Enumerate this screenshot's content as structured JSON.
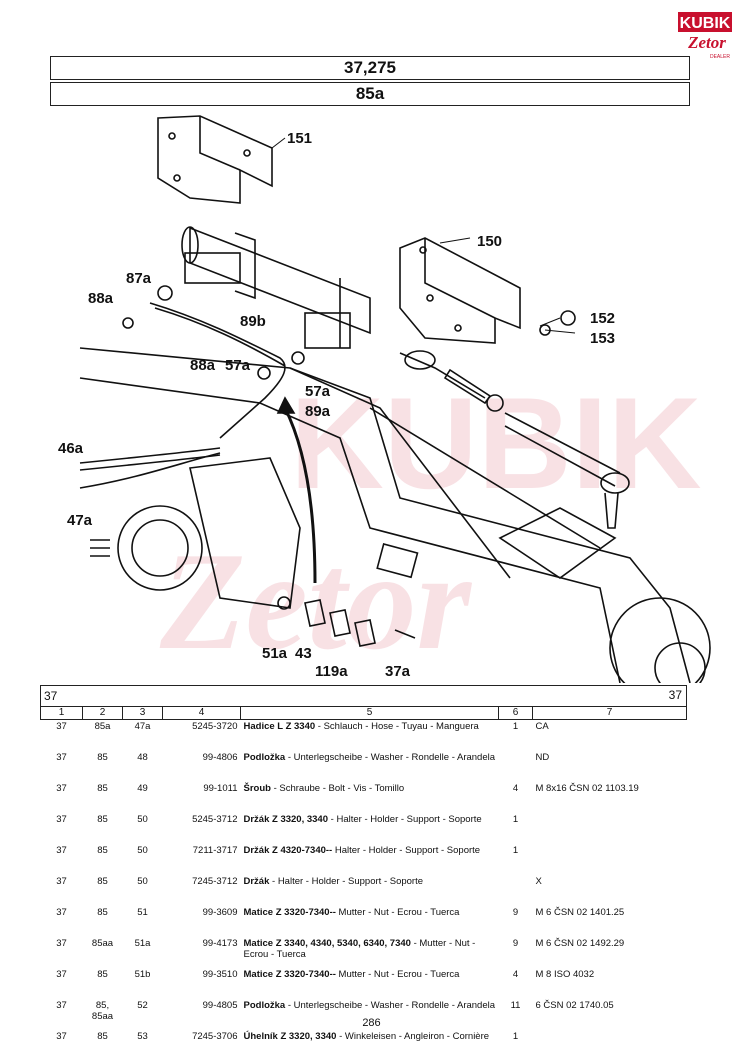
{
  "logo": {
    "brand": "KUBIK",
    "sub": "Zetor",
    "tag": "DEALER",
    "accent": "#c8102e"
  },
  "header": {
    "group": "37,275",
    "figure": "85a"
  },
  "callouts": [
    "151",
    "150",
    "87a",
    "88a",
    "89b",
    "152",
    "153",
    "88a",
    "57a",
    "57a",
    "89a",
    "46a",
    "47a",
    "51a",
    "43",
    "119a",
    "37a"
  ],
  "table": {
    "group_left": "37",
    "group_right": "37",
    "columns": [
      "1",
      "2",
      "3",
      "4",
      "5",
      "6",
      "7"
    ],
    "rows": [
      {
        "c1": "37",
        "c2": "85a",
        "c3": "47a",
        "c4": "5245-3720",
        "bold": "Hadice L Z 3340",
        "rest": " - Schlauch - Hose - Tuyau - Manguera",
        "c6": "1",
        "c7": "CA"
      },
      {
        "c1": "37",
        "c2": "85",
        "c3": "48",
        "c4": "99-4806",
        "bold": "Podložka",
        "rest": " - Unterlegscheibe - Washer - Rondelle - Arandela",
        "c6": "",
        "c7": "ND"
      },
      {
        "c1": "37",
        "c2": "85",
        "c3": "49",
        "c4": "99-1011",
        "bold": "Šroub",
        "rest": " - Schraube - Bolt - Vis - Tomillo",
        "c6": "4",
        "c7": "M 8x16 ČSN 02 1103.19"
      },
      {
        "c1": "37",
        "c2": "85",
        "c3": "50",
        "c4": "5245-3712",
        "bold": "Držák Z 3320, 3340",
        "rest": " - Halter - Holder - Support - Soporte",
        "c6": "1",
        "c7": ""
      },
      {
        "c1": "37",
        "c2": "85",
        "c3": "50",
        "c4": "7211-3717",
        "bold": "Držák Z 4320-7340--",
        "rest": " Halter - Holder - Support - Soporte",
        "c6": "1",
        "c7": ""
      },
      {
        "c1": "37",
        "c2": "85",
        "c3": "50",
        "c4": "7245-3712",
        "bold": "Držák",
        "rest": " - Halter - Holder - Support - Soporte",
        "c6": "",
        "c7": "X"
      },
      {
        "c1": "37",
        "c2": "85",
        "c3": "51",
        "c4": "99-3609",
        "bold": "Matice Z 3320-7340--",
        "rest": " Mutter - Nut - Ecrou - Tuerca",
        "c6": "9",
        "c7": "M 6 ČSN 02 1401.25"
      },
      {
        "c1": "37",
        "c2": "85aa",
        "c3": "51a",
        "c4": "99-4173",
        "bold": "Matice Z 3340, 4340, 5340, 6340, 7340",
        "rest": " - Mutter - Nut - Ecrou - Tuerca",
        "c6": "9",
        "c7": "M 6 ČSN 02 1492.29"
      },
      {
        "c1": "37",
        "c2": "85",
        "c3": "51b",
        "c4": "99-3510",
        "bold": "Matice Z 3320-7340--",
        "rest": " Mutter - Nut - Ecrou - Tuerca",
        "c6": "4",
        "c7": "M 8 ISO 4032"
      },
      {
        "c1": "37",
        "c2": "85, 85aa",
        "c3": "52",
        "c4": "99-4805",
        "bold": "Podložka",
        "rest": " - Unterlegscheibe - Washer - Rondelle - Arandela",
        "c6": "11",
        "c7": "6 ČSN 02 1740.05"
      },
      {
        "c1": "37",
        "c2": "85",
        "c3": "53",
        "c4": "7245-3706",
        "bold": "Úhelník Z 3320, 3340",
        "rest": " - Winkeleisen - Angleiron - Cornière",
        "c6": "1",
        "c7": ""
      }
    ]
  },
  "page_number": "286"
}
